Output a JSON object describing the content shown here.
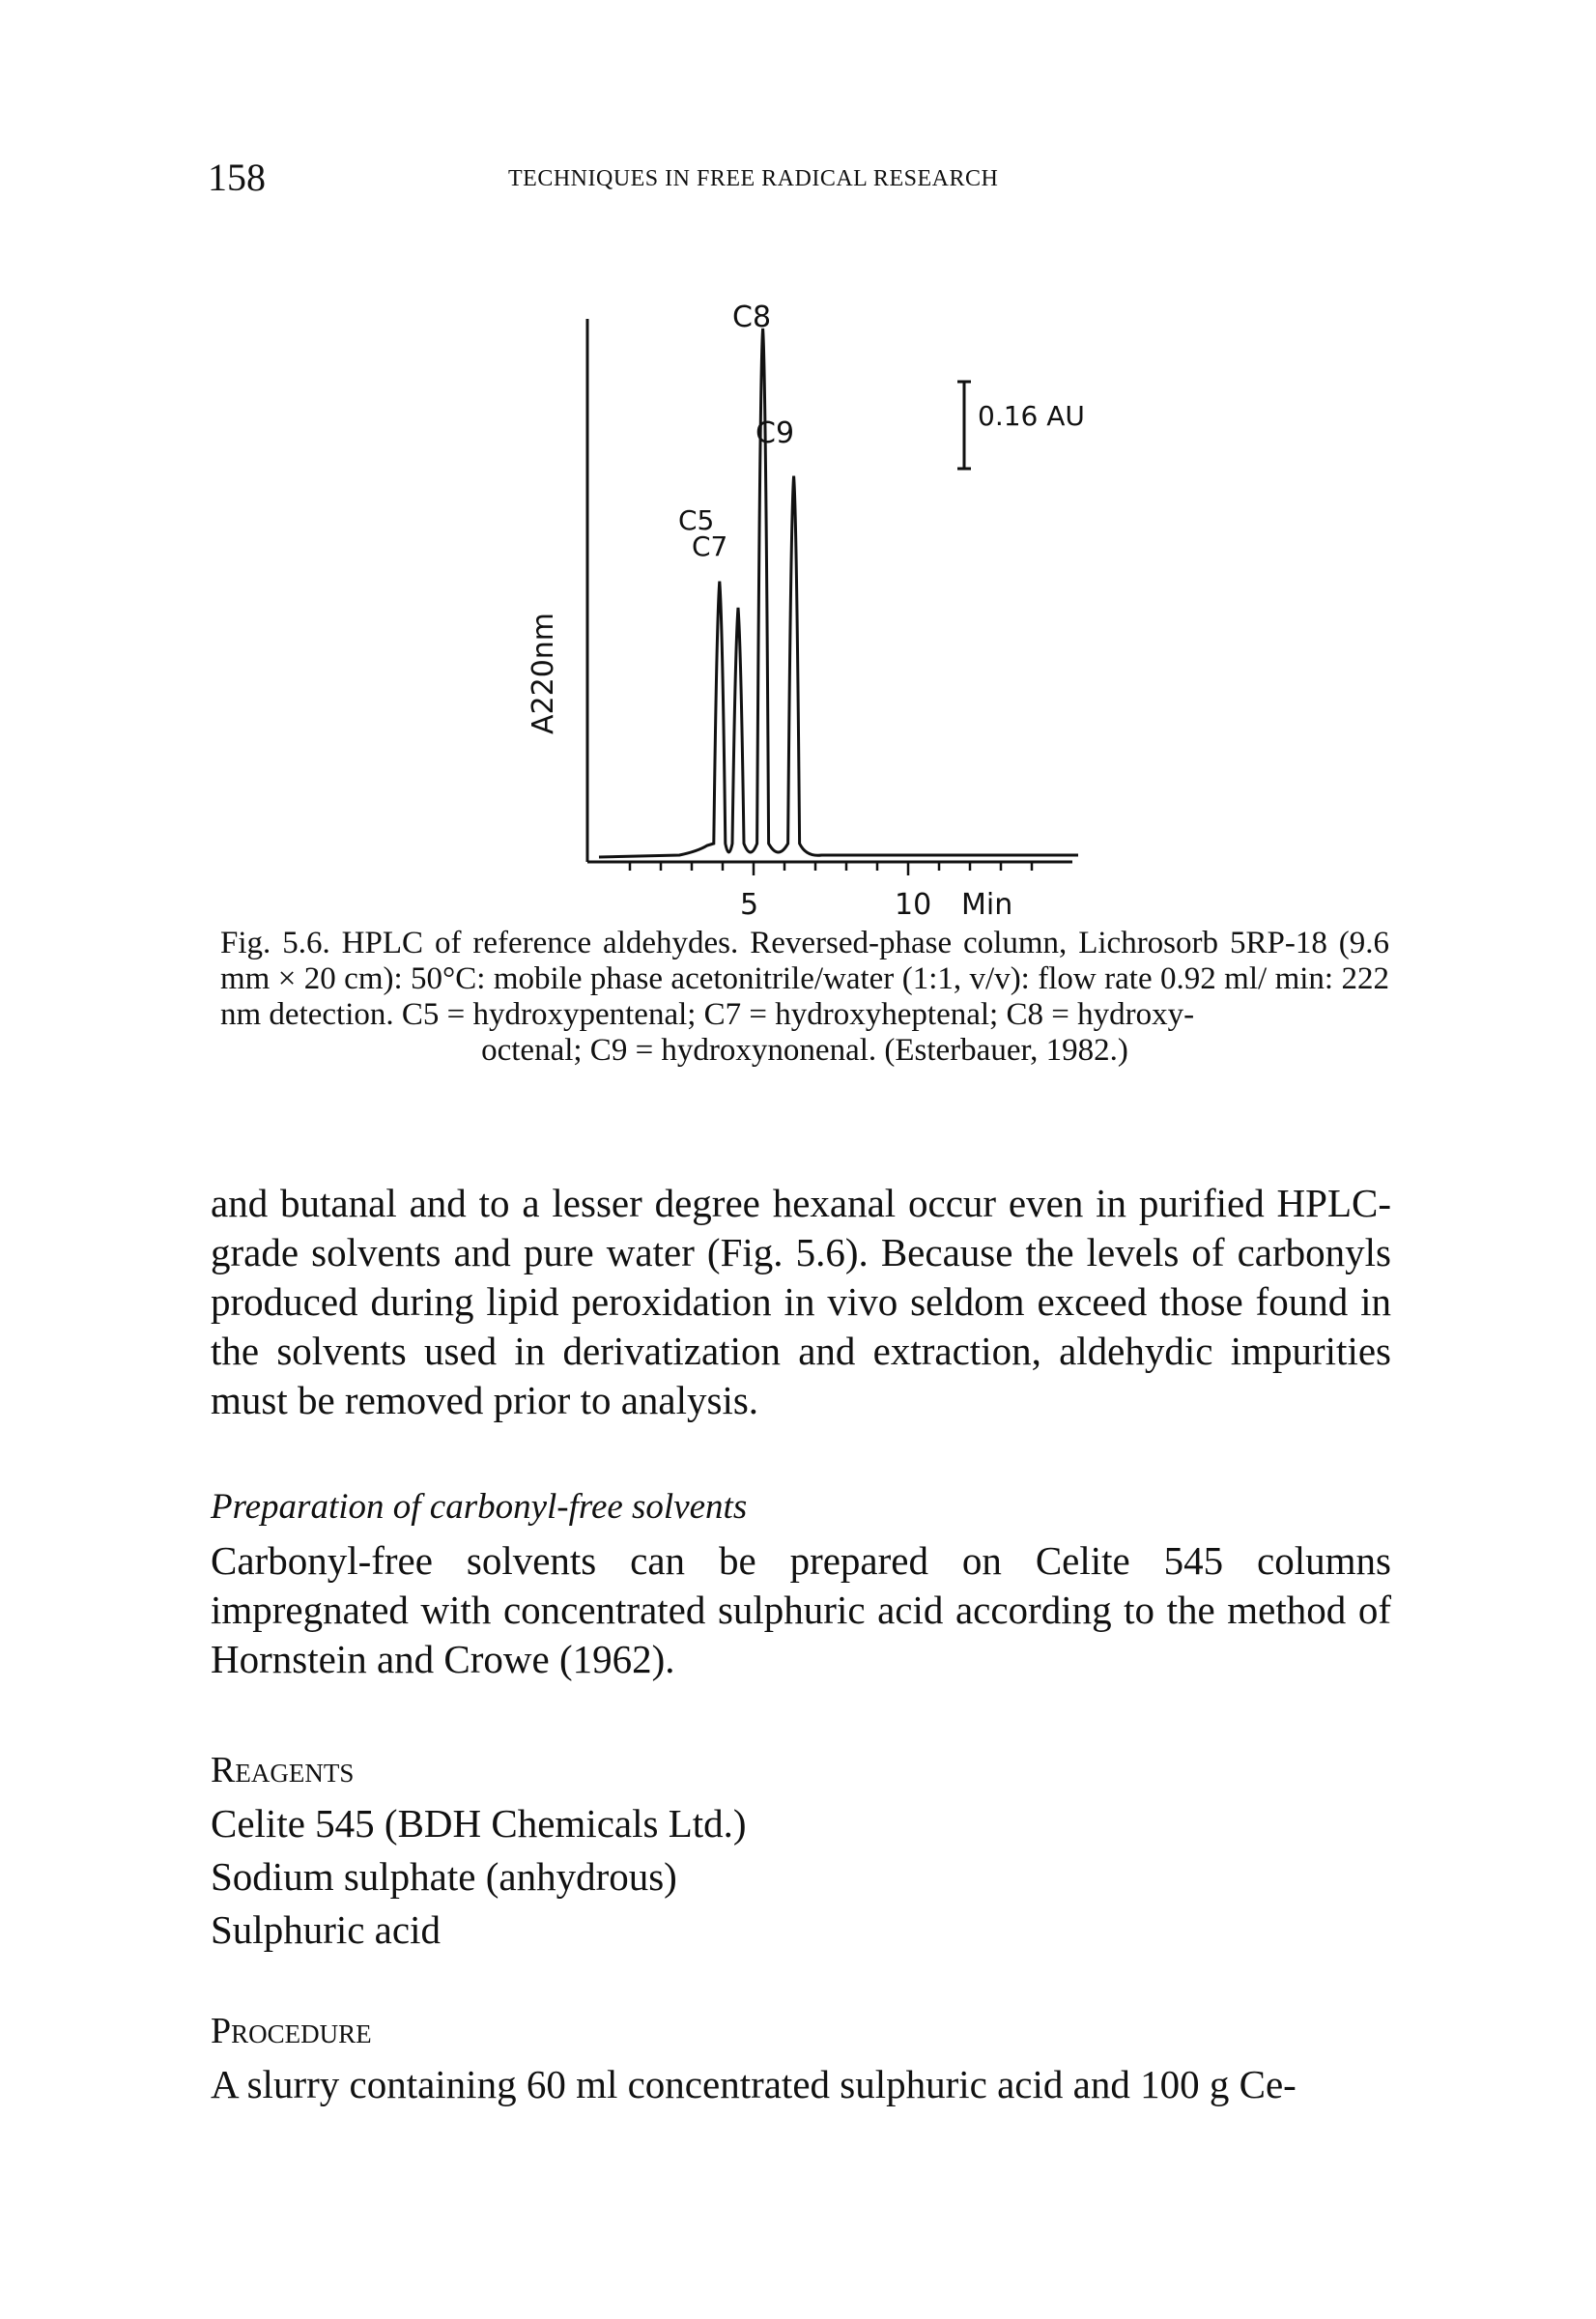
{
  "header": {
    "page_number": "158",
    "running_head": "TECHNIQUES IN FREE RADICAL RESEARCH"
  },
  "figure": {
    "y_axis_label": "A220nm",
    "scale_bar_label": "0.16 AU",
    "x_tick_5": "5",
    "x_tick_10": "10",
    "x_unit": "Min",
    "peak_labels": [
      "C5",
      "C7",
      "C8",
      "C9"
    ]
  },
  "chart_data": {
    "type": "line",
    "title": "",
    "xlabel": "Min",
    "ylabel": "A220nm",
    "x_ticks_labeled": [
      5,
      10
    ],
    "grid": false,
    "series": [
      {
        "peaks": [
          {
            "label": "C5",
            "retention_min": 3.9,
            "relative_height": 0.52
          },
          {
            "label": "C7",
            "retention_min": 4.5,
            "relative_height": 0.47
          },
          {
            "label": "C8",
            "retention_min": 5.3,
            "relative_height": 1.0
          },
          {
            "label": "C9",
            "retention_min": 6.3,
            "relative_height": 0.72
          }
        ]
      }
    ],
    "scale_bar": "0.16 AU"
  },
  "caption": {
    "text": "Fig. 5.6. HPLC of reference aldehydes. Reversed-phase column, Lichrosorb 5RP-18 (9.6 mm × 20 cm): 50°C: mobile phase acetonitrile/water (1:1, v/v): flow rate 0.92 ml/ min: 222 nm detection. C5 = hydroxypentenal; C7 = hydroxyheptenal; C8 = hydroxy-",
    "last_line": "octenal; C9 = hydroxynonenal. (Esterbauer, 1982.)"
  },
  "paragraph1": "and butanal and to a lesser degree hexanal occur even in purified HPLC-grade solvents and pure water (Fig. 5.6). Because the levels of carbonyls produced during lipid peroxidation in vivo seldom exceed those found in the solvents used in derivatization and extraction, aldehydic impurities must be removed prior to analysis.",
  "section_title": "Preparation of carbonyl-free solvents",
  "paragraph2": "Carbonyl-free solvents can be prepared on Celite 545 columns impregnated with concentrated sulphuric acid according to the method of Hornstein and Crowe (1962).",
  "reagents_heading": "Reagents",
  "reagents": [
    "Celite 545 (BDH Chemicals Ltd.)",
    "Sodium sulphate (anhydrous)",
    "Sulphuric acid"
  ],
  "procedure_heading": "Procedure",
  "paragraph3": "A slurry containing 60 ml concentrated sulphuric acid and 100 g Ce-"
}
